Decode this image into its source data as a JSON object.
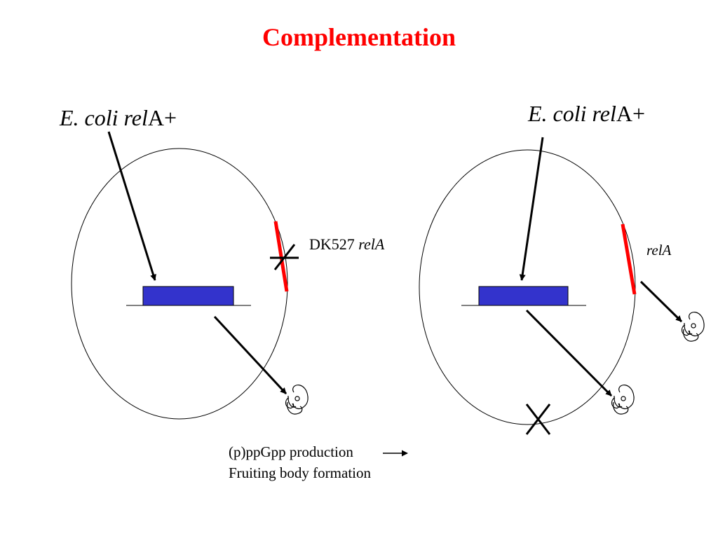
{
  "title": "Complementation",
  "left": {
    "label_prefix": "E. coli rel",
    "label_suffix": "A+",
    "mutant_gene": "DK527",
    "mutant_gene_italic": "relA"
  },
  "right": {
    "label_prefix": "E. coli rel",
    "label_suffix": "A+",
    "native_gene": "relA"
  },
  "legend": {
    "line1": "(p)ppGpp production",
    "line2": "Fruiting body formation"
  },
  "colors": {
    "title": "#ff0000",
    "gene_box": "#3333cc",
    "native_locus": "#ff0000",
    "lines": "#000000"
  }
}
